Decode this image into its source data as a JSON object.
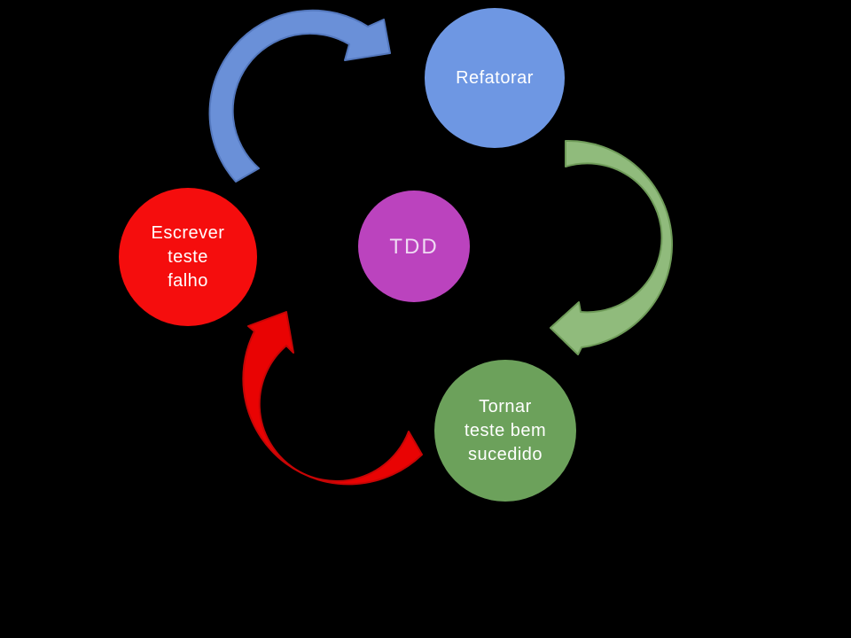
{
  "diagram": {
    "type": "cycle-diagram",
    "background": "#000000",
    "direction": "clockwise",
    "center_node": {
      "label": "TDD",
      "color": "#BB43BE",
      "text_color": "#EFDAF3"
    },
    "nodes": [
      {
        "id": "refatorar",
        "label": "Refatorar",
        "color": "#6E97E3",
        "text_color": "#FFFFFF",
        "position": "top-right"
      },
      {
        "id": "escrever-teste-falho",
        "label": "Escrever\nteste\nfalho",
        "color": "#F50D0D",
        "text_color": "#FFFFFF",
        "position": "left"
      },
      {
        "id": "tornar-teste-bem-sucedido",
        "label": "Tornar\nteste bem\nsucedido",
        "color": "#6CA15B",
        "text_color": "#FFFFFF",
        "position": "bottom-right"
      }
    ],
    "arrows": [
      {
        "id": "blue-curved-arrow",
        "position": "top-left",
        "fill": "#6A90D8",
        "stroke": "#5478BE"
      },
      {
        "id": "green-curved-arrow",
        "position": "right",
        "fill": "#90BB7C",
        "stroke": "#6F9C59"
      },
      {
        "id": "red-curved-arrow",
        "position": "bottom-left",
        "fill": "#E90303",
        "stroke": "#C70505"
      }
    ]
  }
}
